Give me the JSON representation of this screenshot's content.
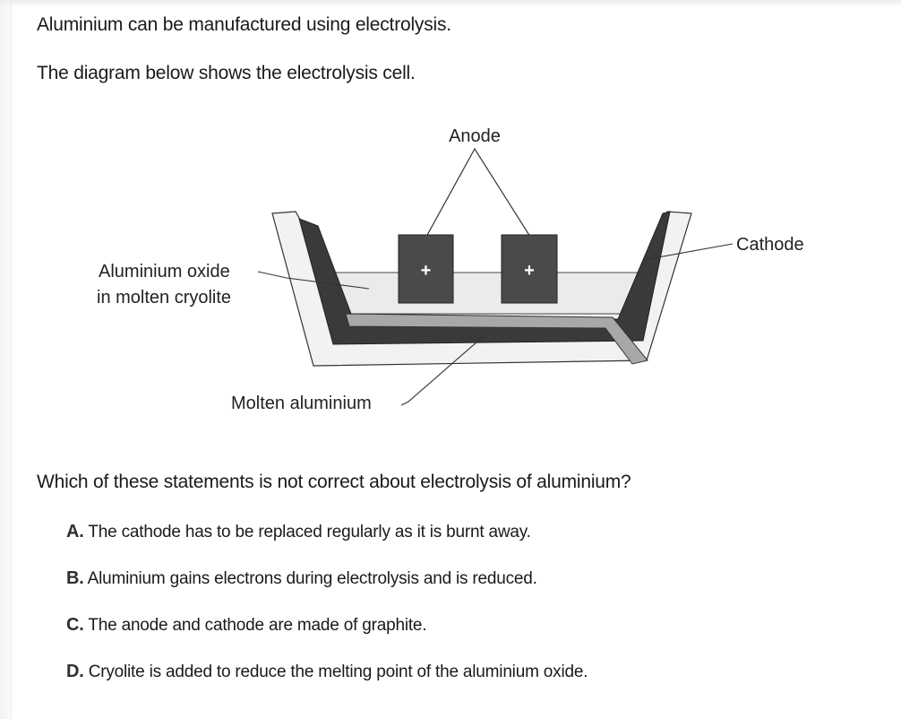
{
  "intro": {
    "line1": "Aluminium can be manufactured using electrolysis.",
    "line2": "The diagram below shows the electrolysis cell."
  },
  "diagram": {
    "labels": {
      "anode": "Anode",
      "cathode": "Cathode",
      "oxide_line1": "Aluminium oxide",
      "oxide_line2": "in molten cryolite",
      "molten_aluminium": "Molten aluminium",
      "plus": "+"
    },
    "colors": {
      "cathode_lining": "#3a3a3a",
      "anode_block": "#4a4a4a",
      "molten_aluminium": "#a8a8a8",
      "electrolyte": "#ebebeb"
    }
  },
  "question": {
    "prompt": "Which of these statements is not correct about electrolysis of aluminium?",
    "options": [
      {
        "letter": "A.",
        "text": "The cathode has to be replaced regularly as it is burnt away."
      },
      {
        "letter": "B.",
        "text": "Aluminium gains electrons during electrolysis and is reduced."
      },
      {
        "letter": "C.",
        "text": "The anode and cathode are made of graphite."
      },
      {
        "letter": "D.",
        "text": "Cryolite is added to reduce the melting point of the aluminium oxide."
      }
    ]
  }
}
